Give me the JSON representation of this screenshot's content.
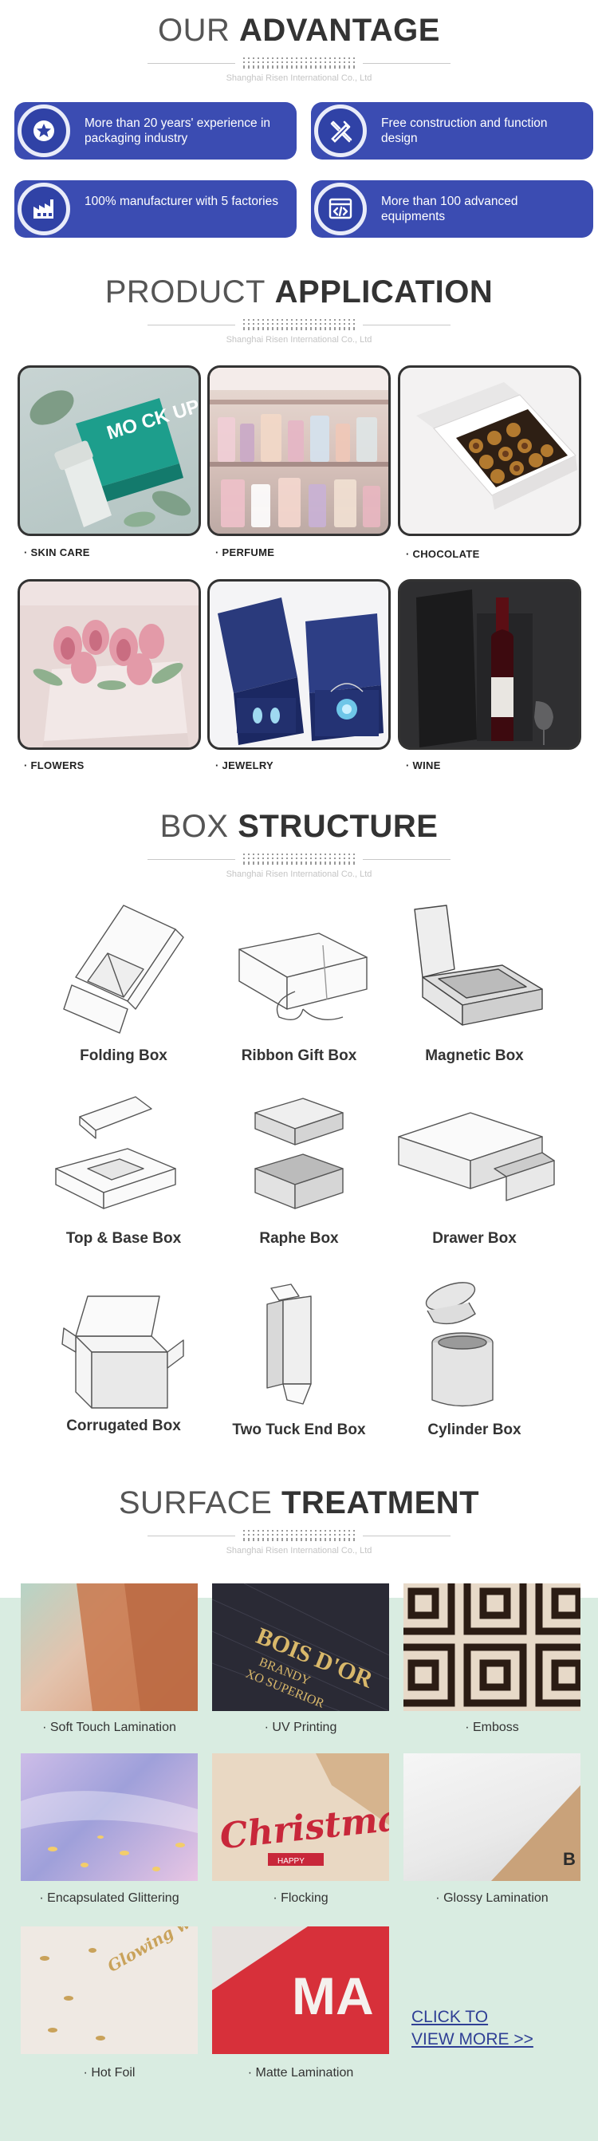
{
  "advantage": {
    "title_light": "OUR",
    "title_bold": "ADVANTAGE",
    "company": "Shanghai Risen International Co., Ltd",
    "items": [
      {
        "icon": "star-badge-icon",
        "text": "More than 20 years' experience in packaging industry"
      },
      {
        "icon": "design-tools-icon",
        "text": "Free construction and function design"
      },
      {
        "icon": "factory-icon",
        "text": "100% manufacturer with 5 factories"
      },
      {
        "icon": "code-window-icon",
        "text": "More than 100 advanced equipments"
      }
    ]
  },
  "application": {
    "title_light": "PRODUCT",
    "title_bold": "APPLICATION",
    "company": "Shanghai Risen International Co., Ltd",
    "items": [
      {
        "label": "· SKIN CARE"
      },
      {
        "label": "· PERFUME"
      },
      {
        "label": "· CHOCOLATE"
      },
      {
        "label": "· FLOWERS"
      },
      {
        "label": "· JEWELRY"
      },
      {
        "label": "· WINE"
      }
    ],
    "mockup_text": "MO CK UP"
  },
  "structure": {
    "title_light": "BOX",
    "title_bold": "STRUCTURE",
    "company": "Shanghai Risen International Co., Ltd",
    "items": [
      {
        "label": "Folding Box"
      },
      {
        "label": "Ribbon Gift Box"
      },
      {
        "label": "Magnetic Box"
      },
      {
        "label": "Top & Base Box"
      },
      {
        "label": "Raphe Box"
      },
      {
        "label": "Drawer Box"
      },
      {
        "label": "Corrugated Box"
      },
      {
        "label": "Two Tuck End Box"
      },
      {
        "label": "Cylinder Box"
      }
    ]
  },
  "surface": {
    "title_light": "SURFACE",
    "title_bold": "TREATMENT",
    "company": "Shanghai Risen International Co., Ltd",
    "items": [
      {
        "label": "· Soft Touch Lamination"
      },
      {
        "label": "· UV Printing"
      },
      {
        "label": "· Emboss"
      },
      {
        "label": "· Encapsulated Glittering"
      },
      {
        "label": "· Flocking"
      },
      {
        "label": "· Glossy Lamination"
      },
      {
        "label": "· Hot Foil"
      },
      {
        "label": "· Matte Lamination"
      }
    ],
    "uv_text_1": "BOIS D'OR",
    "uv_text_2": "BRANDY",
    "uv_text_3": "XO SUPERIOR",
    "flock_text": "Christmas",
    "flock_sub": "HAPPY",
    "foil_text": "Glowing with Nature",
    "matte_text": "MA",
    "cta_line1": "CLICK TO",
    "cta_line2": "VIEW MORE >>"
  }
}
